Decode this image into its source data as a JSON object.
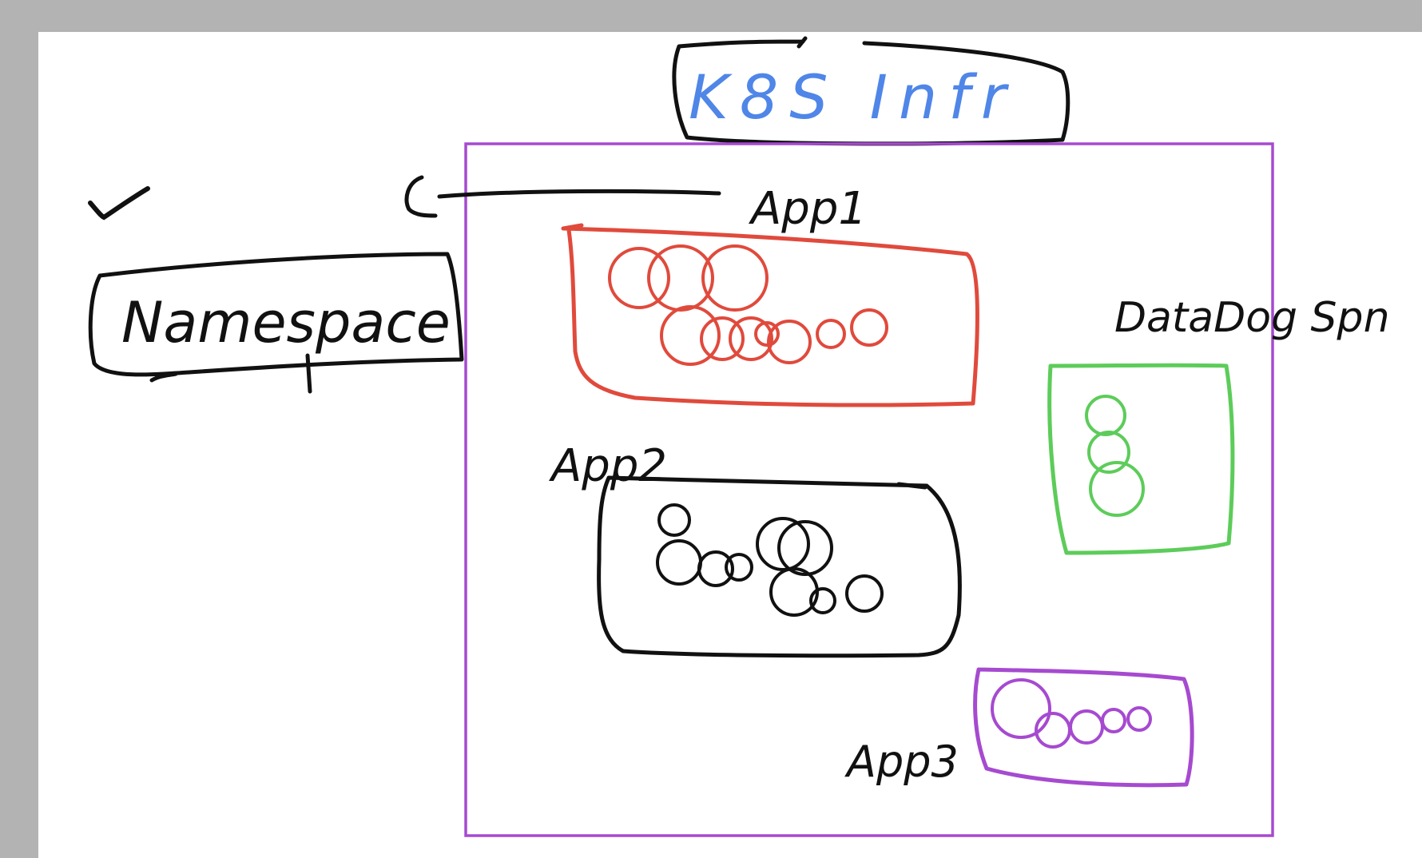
{
  "diagram": {
    "title": "K8S Infr",
    "labels": {
      "namespace": "Namespace",
      "app1": "App1",
      "app2": "App2",
      "app3": "App3",
      "datadog": "DataDog Spn"
    },
    "colors": {
      "background": "#b3b3b3",
      "board": "#ffffff",
      "ink": "#111111",
      "title_text": "#4f86e8",
      "cluster_border": "#a64ad0",
      "app1": "#e04a3c",
      "app2": "#111111",
      "app3": "#a64ad0",
      "datadog": "#5dcc5a"
    },
    "pods": {
      "app1": 10,
      "app2": 9,
      "app3": 5,
      "datadog": 3
    }
  }
}
